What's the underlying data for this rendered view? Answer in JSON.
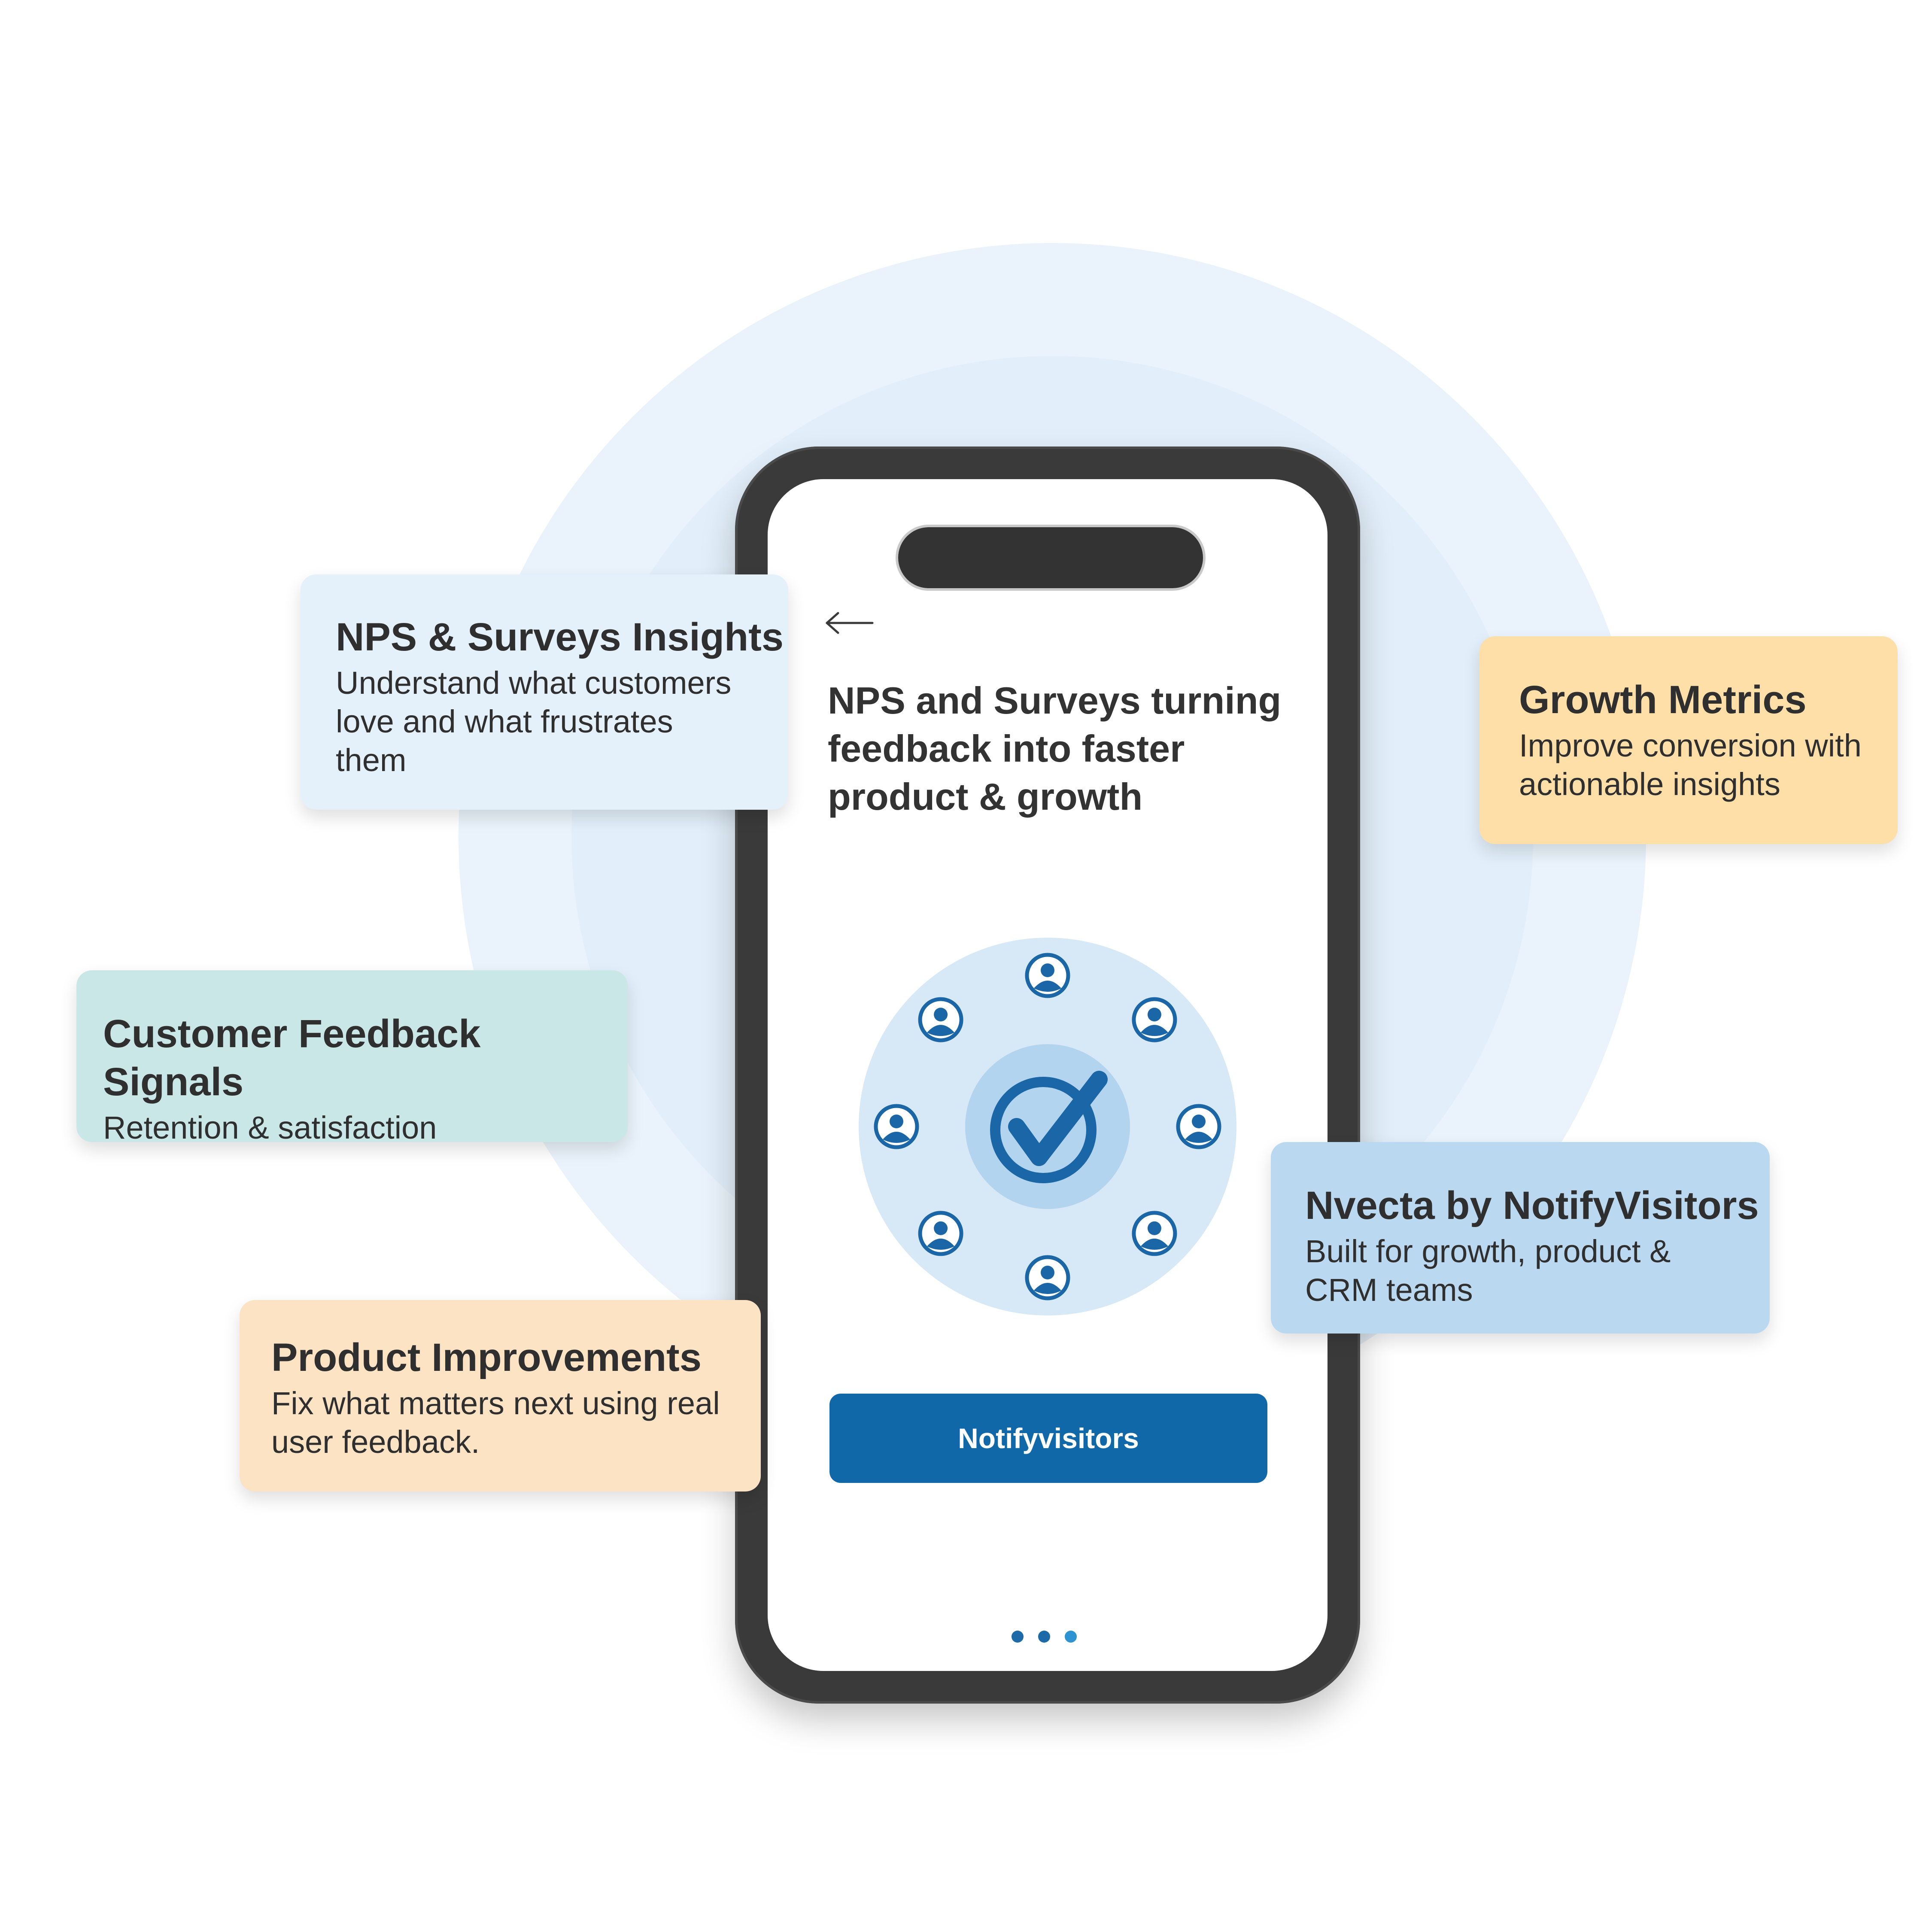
{
  "phone": {
    "back_icon": "arrow-left-icon",
    "title": "NPS and Surveys turning feedback into faster product & growth",
    "button_label": "Notifyvisitors",
    "pager": {
      "count": 3,
      "active_index": 2
    },
    "graphic": {
      "center_icon": "check-circle-icon",
      "ring_icon": "user-icon",
      "ring_count": 8
    }
  },
  "cards": {
    "nps": {
      "title": "NPS & Surveys Insights",
      "line1": "Understand what customers",
      "line2": "love and what frustrates",
      "line3": "them"
    },
    "growth": {
      "title": "Growth Metrics",
      "line1": "Improve conversion with",
      "line2": "actionable insights"
    },
    "feedback": {
      "title": "Customer Feedback Signals",
      "line1": "Retention & satisfaction"
    },
    "nvecta": {
      "title": "Nvecta by NotifyVisitors",
      "line1": "Built for growth, product &",
      "line2": "CRM teams"
    },
    "product": {
      "title": "Product Improvements",
      "line1": "Fix what matters next using real",
      "line2": "user feedback."
    }
  },
  "colors": {
    "primary": "#1168a9",
    "icon_blue": "#1a66a6",
    "card_nps": "#e4f1fa",
    "card_growth": "#fddfa7",
    "card_feedback": "#c9e7e6",
    "card_nvecta": "#bad9f0",
    "card_product": "#fbe3c4"
  }
}
